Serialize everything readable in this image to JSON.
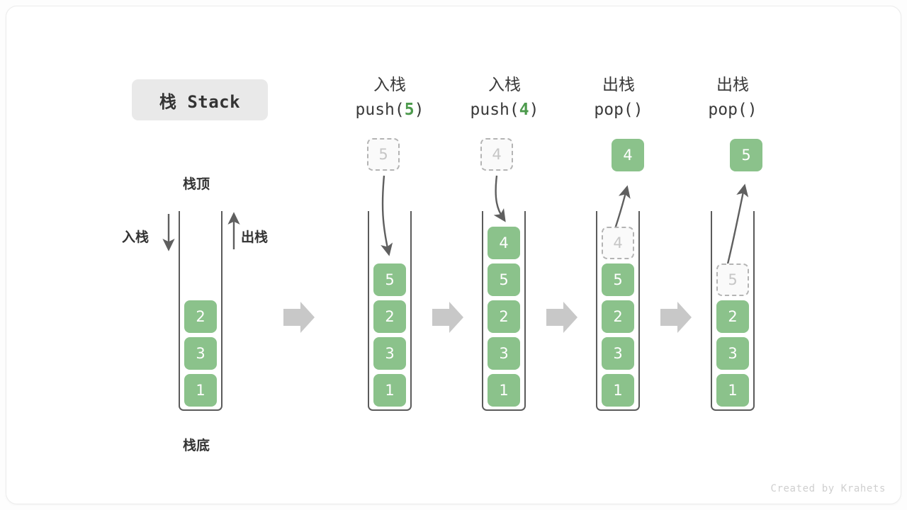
{
  "figure": {
    "title_badge": "栈 Stack",
    "watermark": "Created by Krahets",
    "accent_green": "#8bc28b",
    "ghost_gray": "#c6c6c6",
    "wall_gray": "#5b5b5b",
    "flow_arrow_gray": "#c8c8c8"
  },
  "base_stack": {
    "top_label": "栈顶",
    "bottom_label": "栈底",
    "push_label": "入栈",
    "pop_label": "出栈",
    "cells": [
      "2",
      "3",
      "1"
    ]
  },
  "steps": [
    {
      "id": "push-5",
      "header_line1": "入栈",
      "op_prefix": "push(",
      "op_arg": "5",
      "op_suffix": ")",
      "incoming_ghost": "5",
      "cells": [
        "5",
        "2",
        "3",
        "1"
      ]
    },
    {
      "id": "push-4",
      "header_line1": "入栈",
      "op_prefix": "push(",
      "op_arg": "4",
      "op_suffix": ")",
      "incoming_ghost": "4",
      "cells": [
        "4",
        "5",
        "2",
        "3",
        "1"
      ]
    },
    {
      "id": "pop-1",
      "header_line1": "出栈",
      "op_prefix": "pop(",
      "op_arg": "",
      "op_suffix": ")",
      "popped_value": "4",
      "ghost_in_stack": "4",
      "cells": [
        "5",
        "2",
        "3",
        "1"
      ]
    },
    {
      "id": "pop-2",
      "header_line1": "出栈",
      "op_prefix": "pop(",
      "op_arg": "",
      "op_suffix": ")",
      "popped_value": "5",
      "ghost_in_stack": "5",
      "cells": [
        "2",
        "3",
        "1"
      ]
    }
  ]
}
